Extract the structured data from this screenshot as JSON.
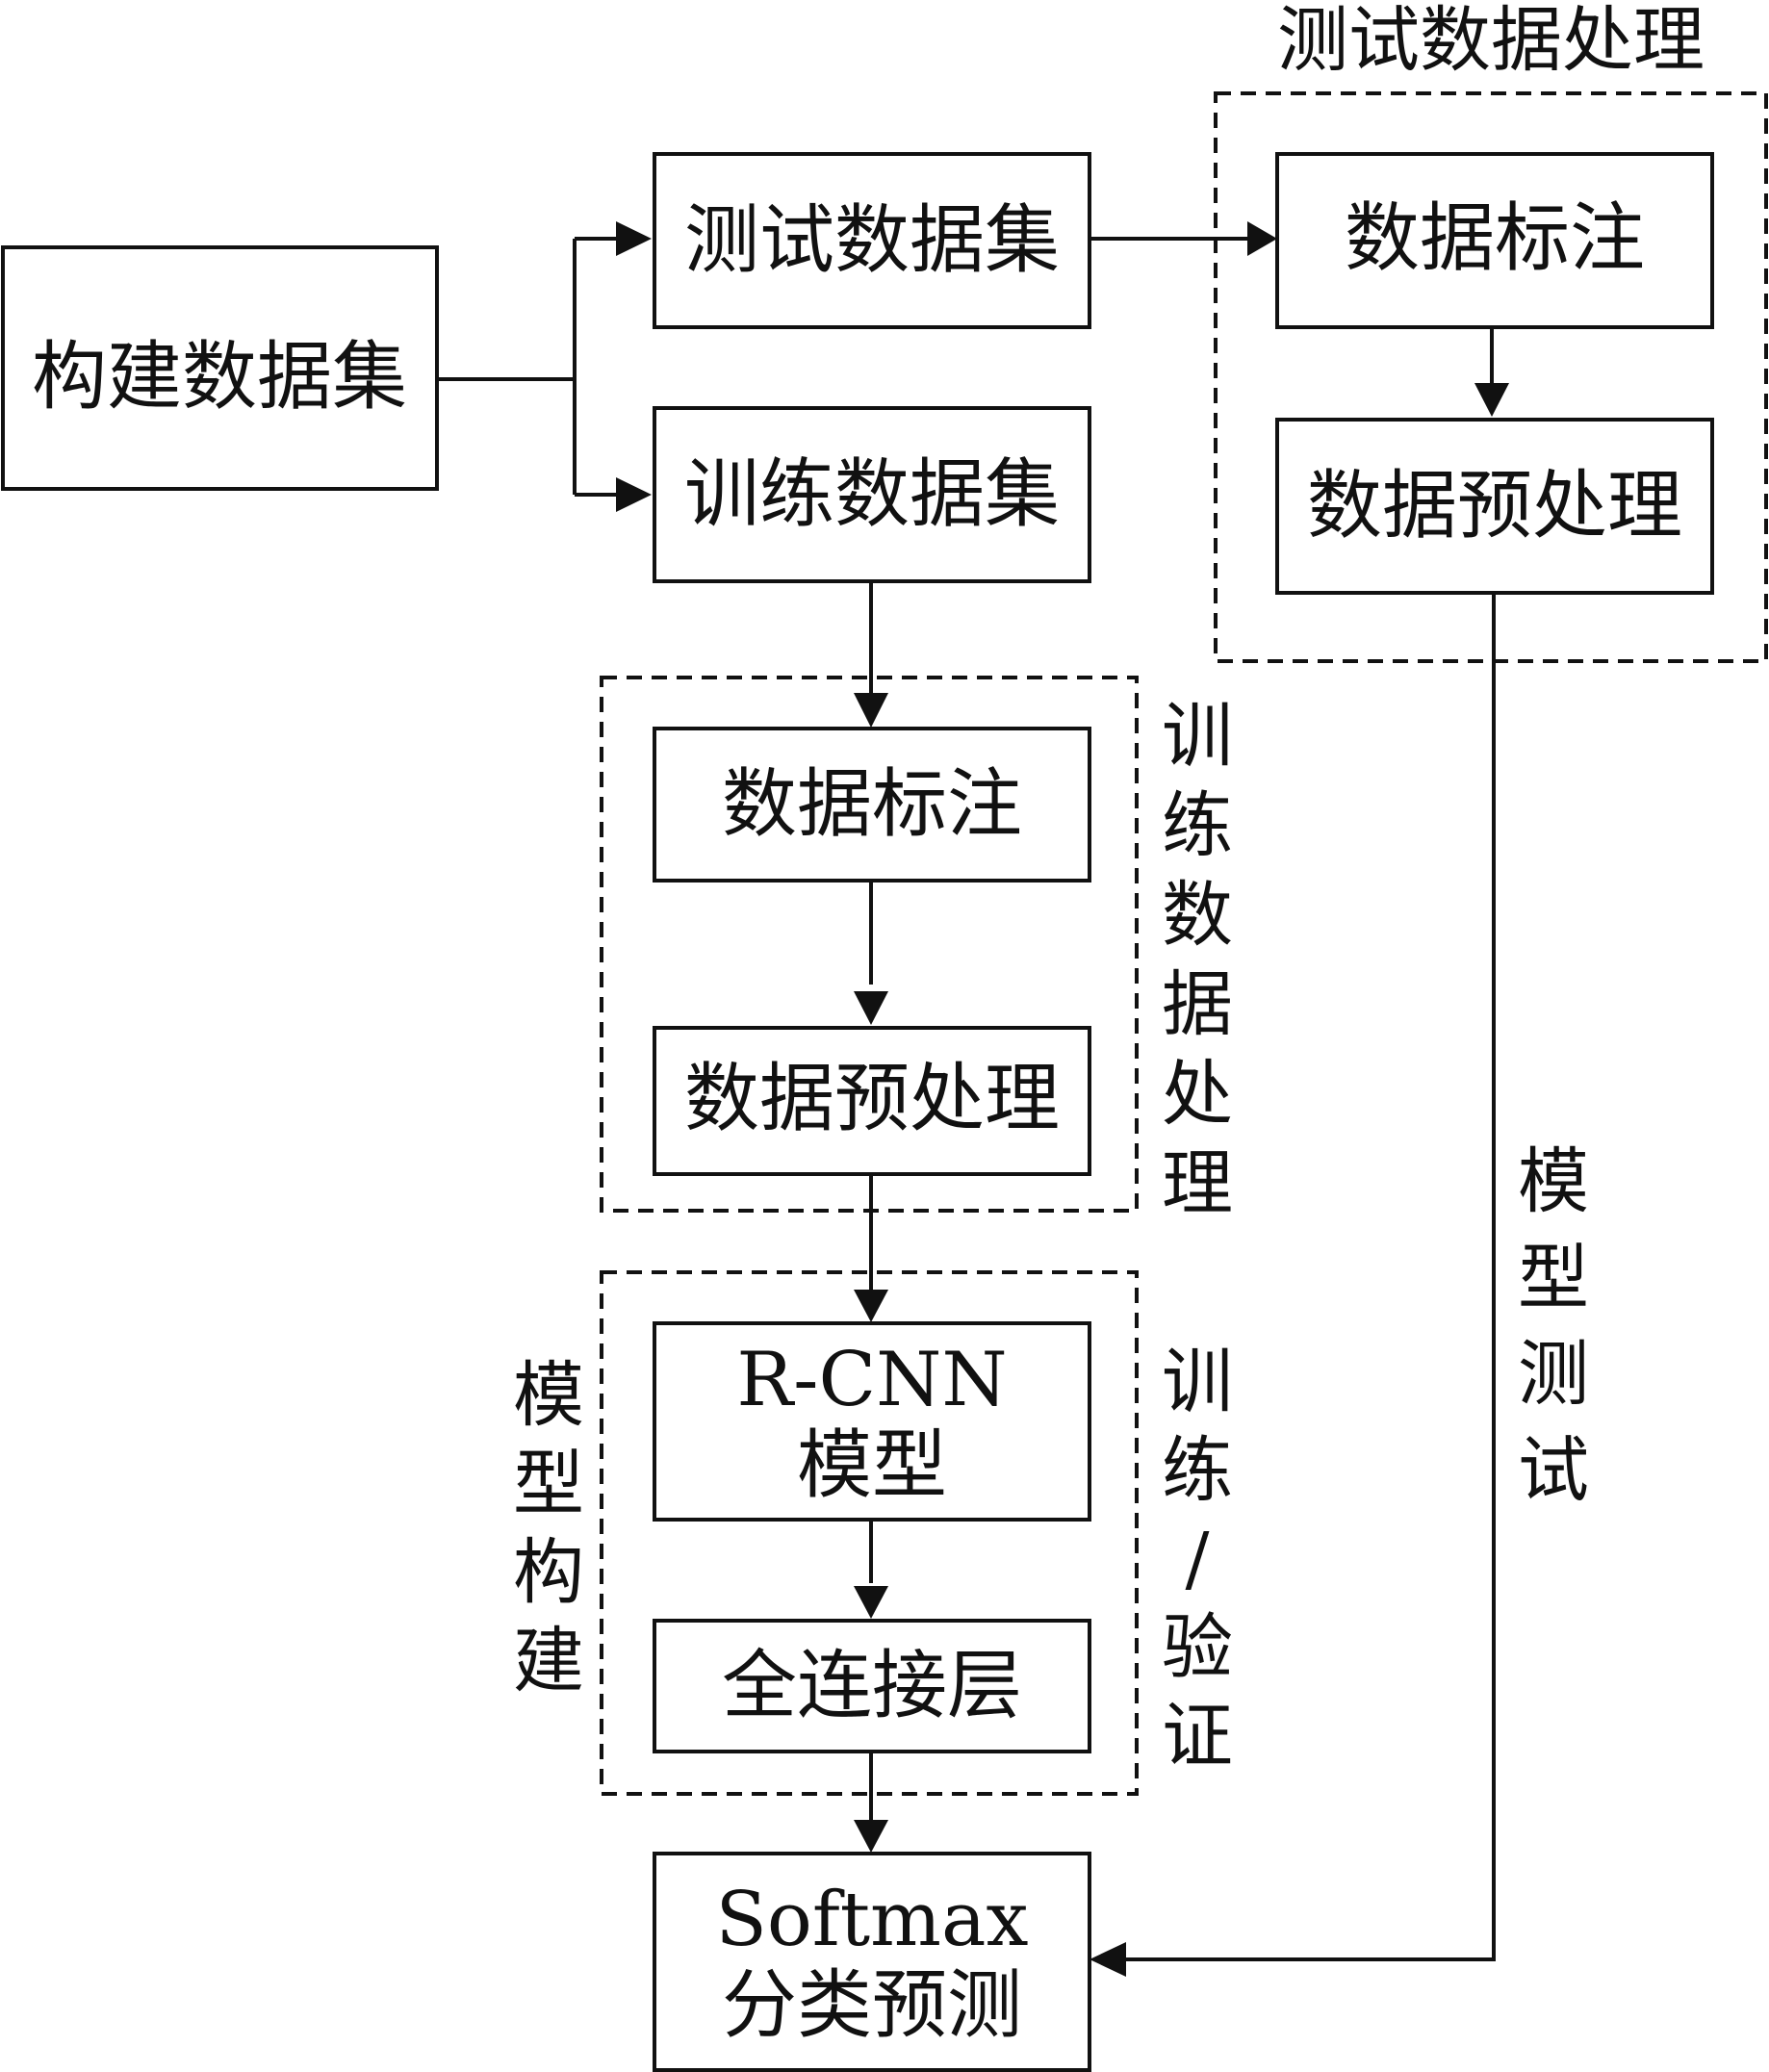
{
  "colors": {
    "line": "#111111",
    "background": "#ffffff"
  },
  "nodes": {
    "build_dataset": "构建数据集",
    "test_dataset": "测试数据集",
    "train_dataset": "训练数据集",
    "test_annotation": "数据标注",
    "test_preprocess": "数据预处理",
    "train_annotation": "数据标注",
    "train_preprocess": "数据预处理",
    "rcnn_line1": "R-CNN",
    "rcnn_line2": "模型",
    "fc_layer": "全连接层",
    "softmax_line1": "Softmax",
    "softmax_line2": "分类预测"
  },
  "group_labels": {
    "test_processing": "测试数据处理",
    "train_processing": [
      "训",
      "练",
      "数",
      "据",
      "处",
      "理"
    ],
    "model_build": [
      "模",
      "型",
      "构",
      "建"
    ],
    "train_validate": [
      "训",
      "练",
      "/",
      "验",
      "证"
    ],
    "model_test": [
      "模",
      "型",
      "测",
      "试"
    ]
  }
}
